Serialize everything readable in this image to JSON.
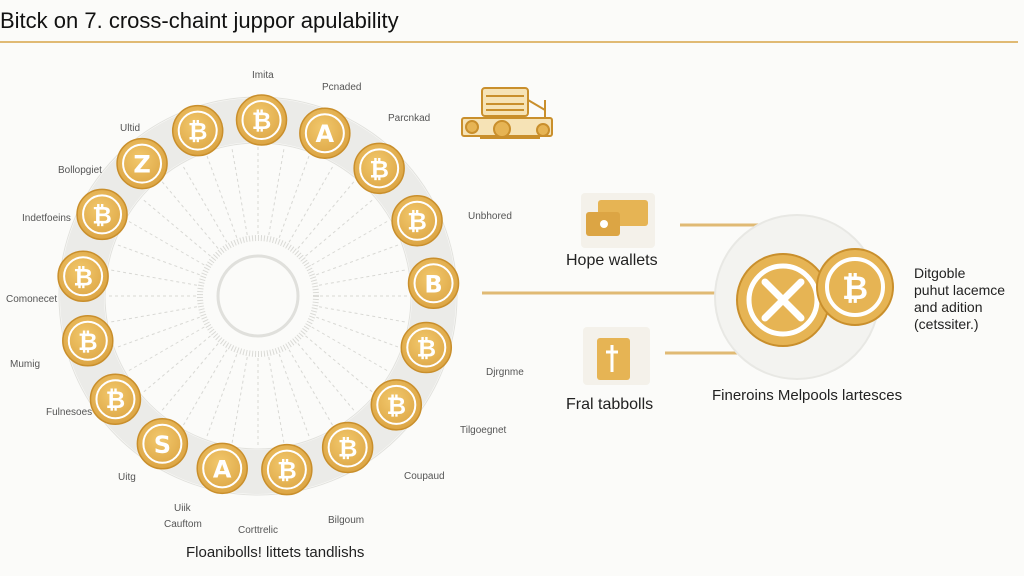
{
  "title": "Bitck on 7. cross-chaint juppor apulability",
  "ring_labels": [
    "Imita",
    "Pcnaded",
    "Parcnkad",
    "Ultid",
    "Bollopgiet",
    "Indetfoeins",
    "Unbhored",
    "Comonecet",
    "Mumig",
    "Djrgnme",
    "Fulnesoes",
    "Tilgoegnet",
    "Uitg",
    "Uiik",
    "Cauftom",
    "Corttrelic",
    "Coupaud",
    "Bilgoum"
  ],
  "coin_glyphs": [
    "₿",
    "A",
    "₿",
    "₿",
    "B",
    "₿",
    "₿",
    "₿",
    "₿",
    "A",
    "S",
    "₿",
    "₿",
    "₿",
    "₿",
    "Z",
    "₿"
  ],
  "hope_wallets": "Hope wallets",
  "fral_tabbolls": "Fral tabbolls",
  "fineroins": "Fineroins Melpools lartesces",
  "right_text": [
    "Ditgoble",
    "puhut lacemce",
    "and adition",
    "(cetssiter.)"
  ],
  "bottom_caption": "Floanibolls! littets tandlishs",
  "colors": {
    "accent": "#e0ba74",
    "coin": "#e6b454",
    "ring": "#ebebe8"
  }
}
